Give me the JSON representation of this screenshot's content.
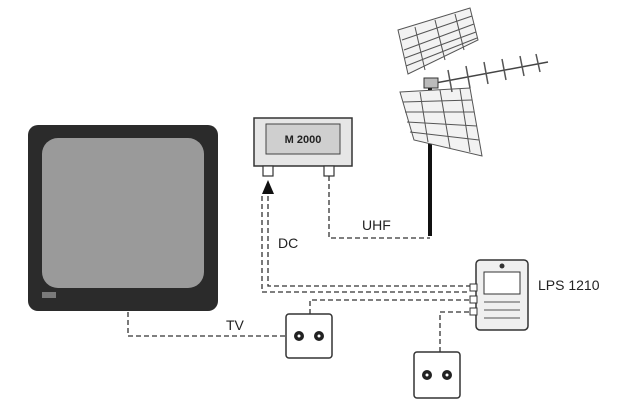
{
  "diagram": {
    "amplifier_label": "M 2000",
    "power_supply_label": "LPS 1210",
    "uhf_label": "UHF",
    "dc_label": "DC",
    "tv_label": "TV"
  },
  "colors": {
    "line": "#333333",
    "tv_frame": "#2b2b2b",
    "tv_screen": "#9a9a9a",
    "device_fill": "#e6e6e6"
  }
}
